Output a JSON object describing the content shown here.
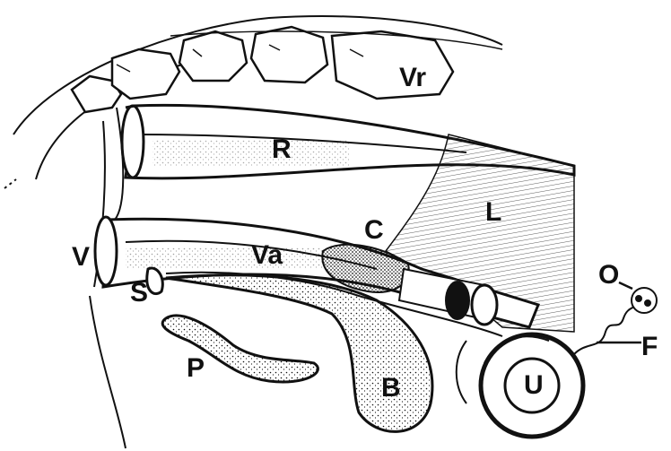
{
  "labels": {
    "vr": "Vr",
    "r": "R",
    "l": "L",
    "c": "C",
    "va": "Va",
    "v": "V",
    "s": "S",
    "o": "O",
    "f": "F",
    "p": "P",
    "b": "B",
    "u": "U"
  },
  "colors": {
    "ink": "#111111",
    "paper": "#ffffff"
  }
}
